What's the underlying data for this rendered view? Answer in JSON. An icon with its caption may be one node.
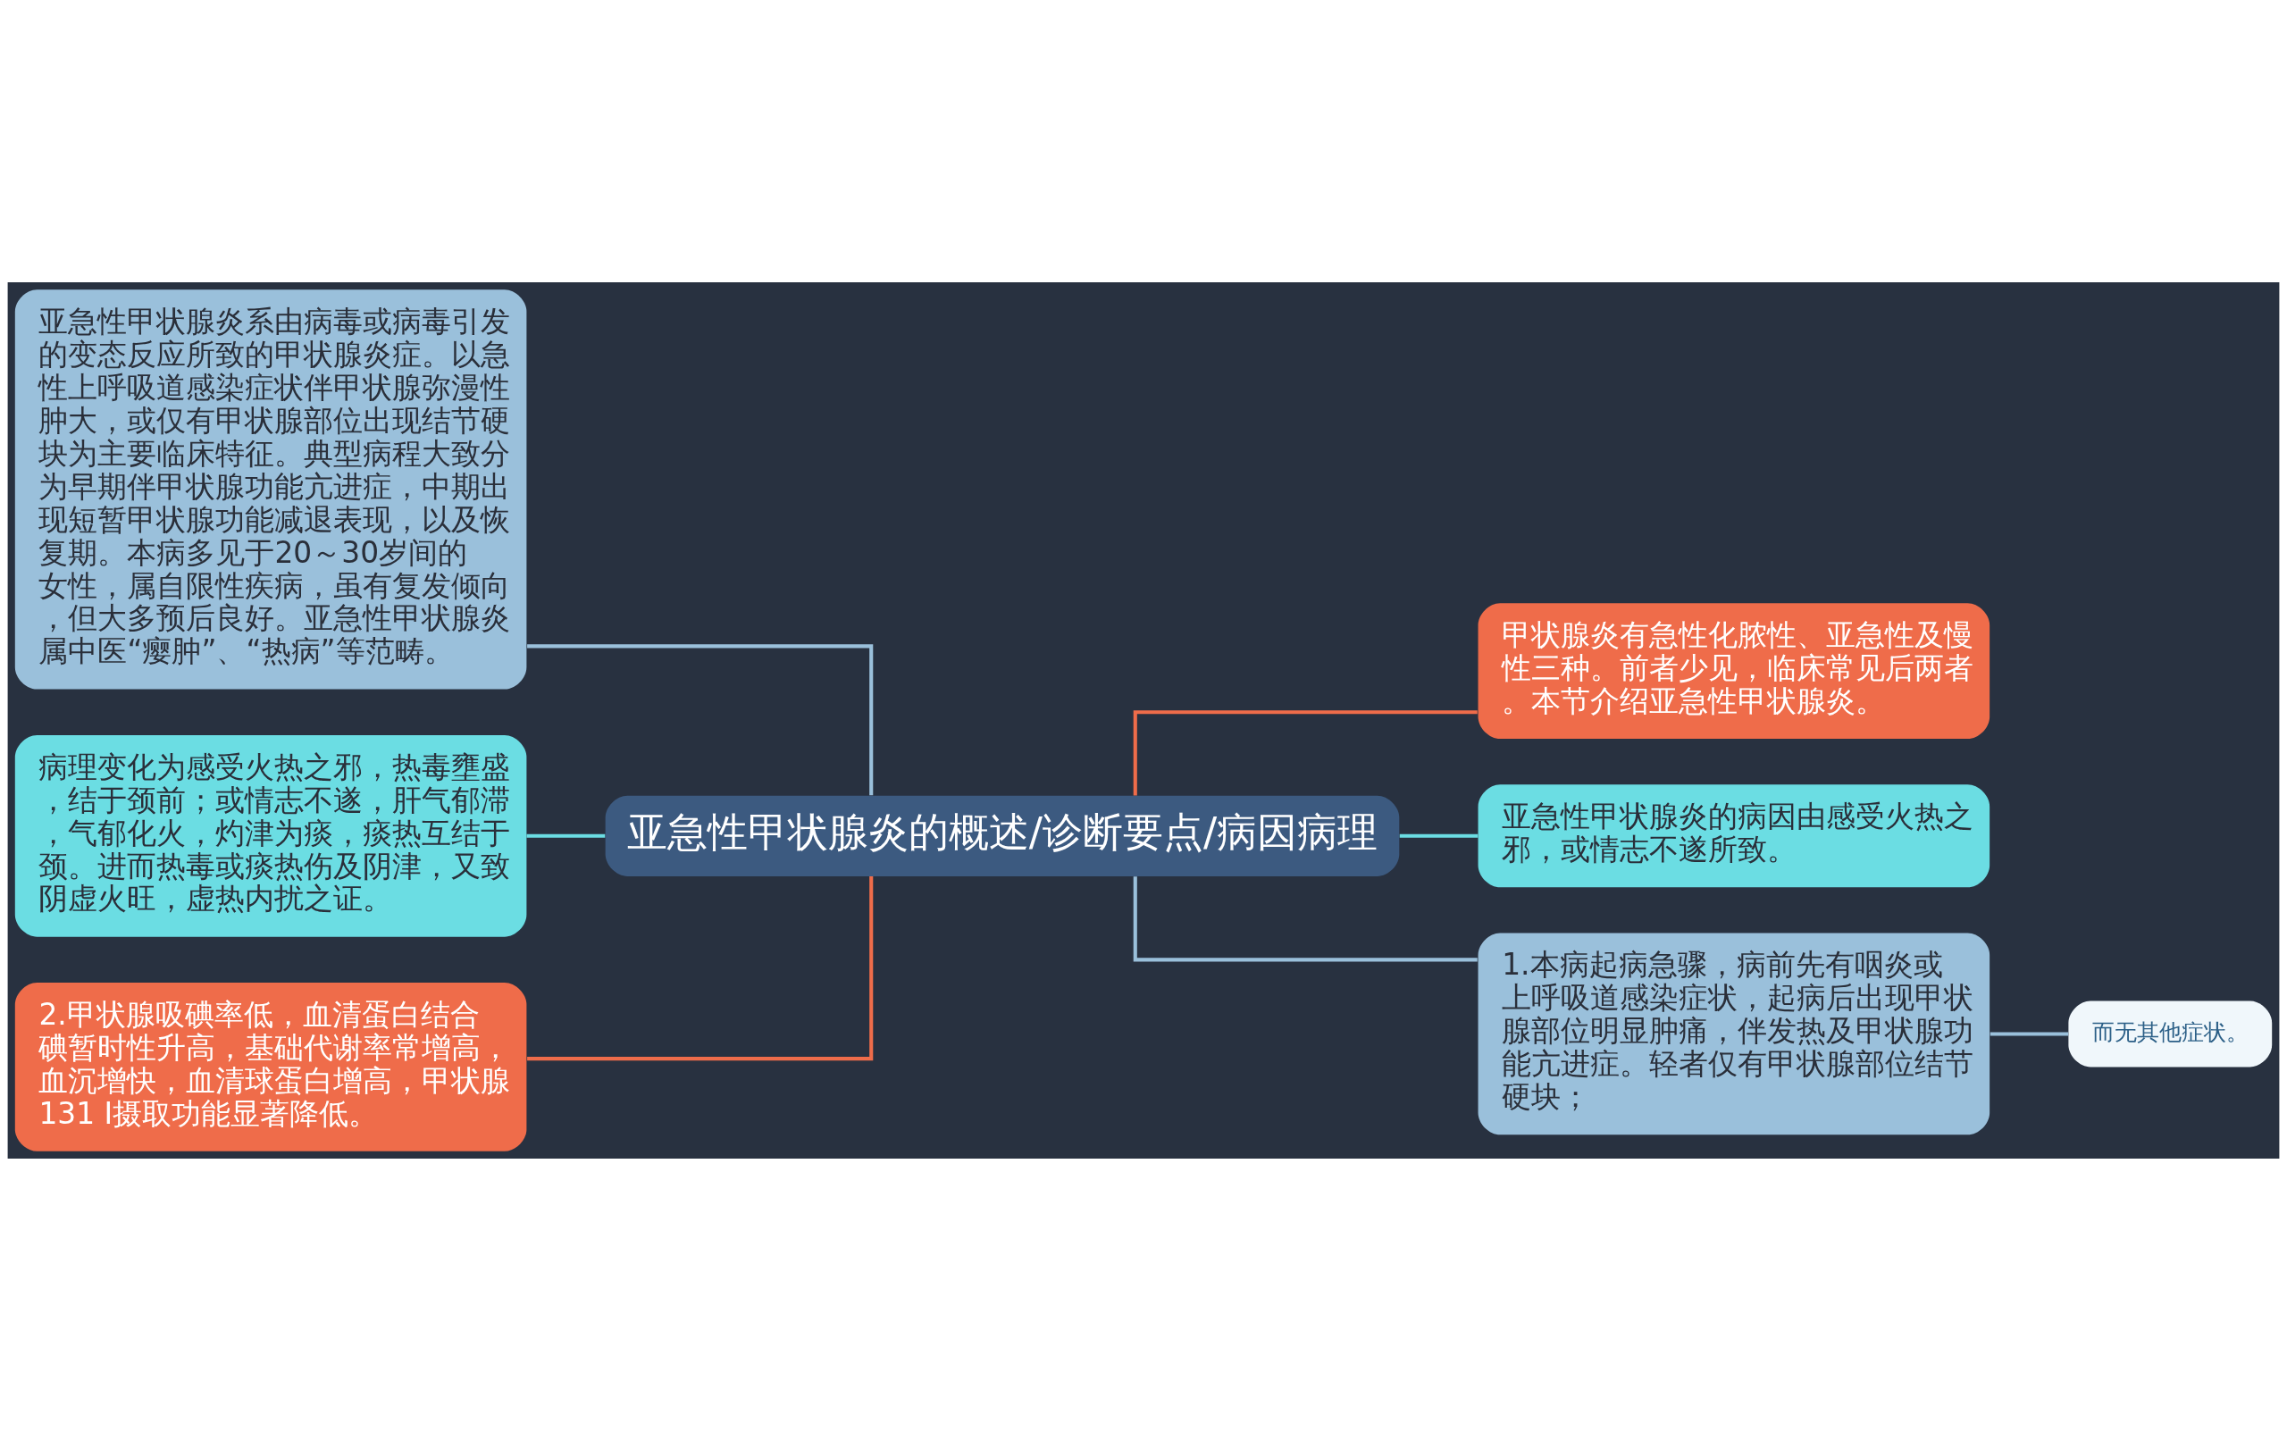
{
  "diagram": {
    "nodes": [
      {
        "text": [
          "亚急性甲状腺炎的概述/诊断要点/病因病理"
        ]
      },
      {
        "text": [
          "亚急性甲状腺炎系由病毒或病毒引发的变态反应所致的甲状腺炎症。以急性上呼吸道感染症状伴甲状腺弥漫性肿大，或仅有甲状腺部位出现结节硬块为主要临床特征。典型病程大致分为早期伴甲状腺功能亢进症，中期出现短暂甲状腺功能减退表现，以及恢复期。本病多见于20～30岁间的女性，属自限性疾病，虽有复发倾向，但大多预后良好。亚急性甲状腺炎属中医“瘿肿”、“热病”等范畴。"
        ]
      },
      {
        "text": [
          "病理变化为感受火热之邪，热毒壅盛，结于颈前；或情志不遂，肝气郁滞，气郁化火，灼津为痰，痰热互结于颈。进而热毒或痰热伤及阴津，又致阴虚火旺，虚热内扰之证。"
        ]
      },
      {
        "text": [
          "2.甲状腺吸碘率低，血清蛋白结合碘暂时性升高，基础代谢率常增高，血沉增快，血清球蛋白增高，甲状腺131 Ⅰ摄取功能显著降低。"
        ]
      },
      {
        "text": [
          "甲状腺炎有急性化脓性、亚急性及慢性三种。前者少见，临床常见后两者。本节介绍亚急性甲状腺炎。"
        ]
      },
      {
        "text": [
          "亚急性甲状腺炎的病因由感受火热之邪，或情志不遂所致。"
        ]
      },
      {
        "text": [
          "1.本病起病急骤，病前先有咽炎或上呼吸道感染症状，起病后出现甲状腺部位明显肿痛，伴发热及甲状腺功能亢进症。轻者仅有甲状腺部位结节硬块；"
        ]
      },
      {
        "text": [
          "而无其他症状。"
        ]
      }
    ],
    "edges": [
      {
        "from": 0,
        "to": 1,
        "arrow": "none",
        "color": "#9ac0db"
      },
      {
        "from": 0,
        "to": 2,
        "arrow": "none",
        "color": "#6bdde3"
      },
      {
        "from": 0,
        "to": 3,
        "arrow": "none",
        "color": "#ef6c4a"
      },
      {
        "from": 0,
        "to": 4,
        "arrow": "none",
        "color": "#ef6c4a"
      },
      {
        "from": 0,
        "to": 5,
        "arrow": "none",
        "color": "#6bdde3"
      },
      {
        "from": 0,
        "to": 6,
        "arrow": "none",
        "color": "#9ac0db"
      },
      {
        "from": 6,
        "to": 7,
        "arrow": "none",
        "color": "#9ac0db"
      }
    ]
  }
}
